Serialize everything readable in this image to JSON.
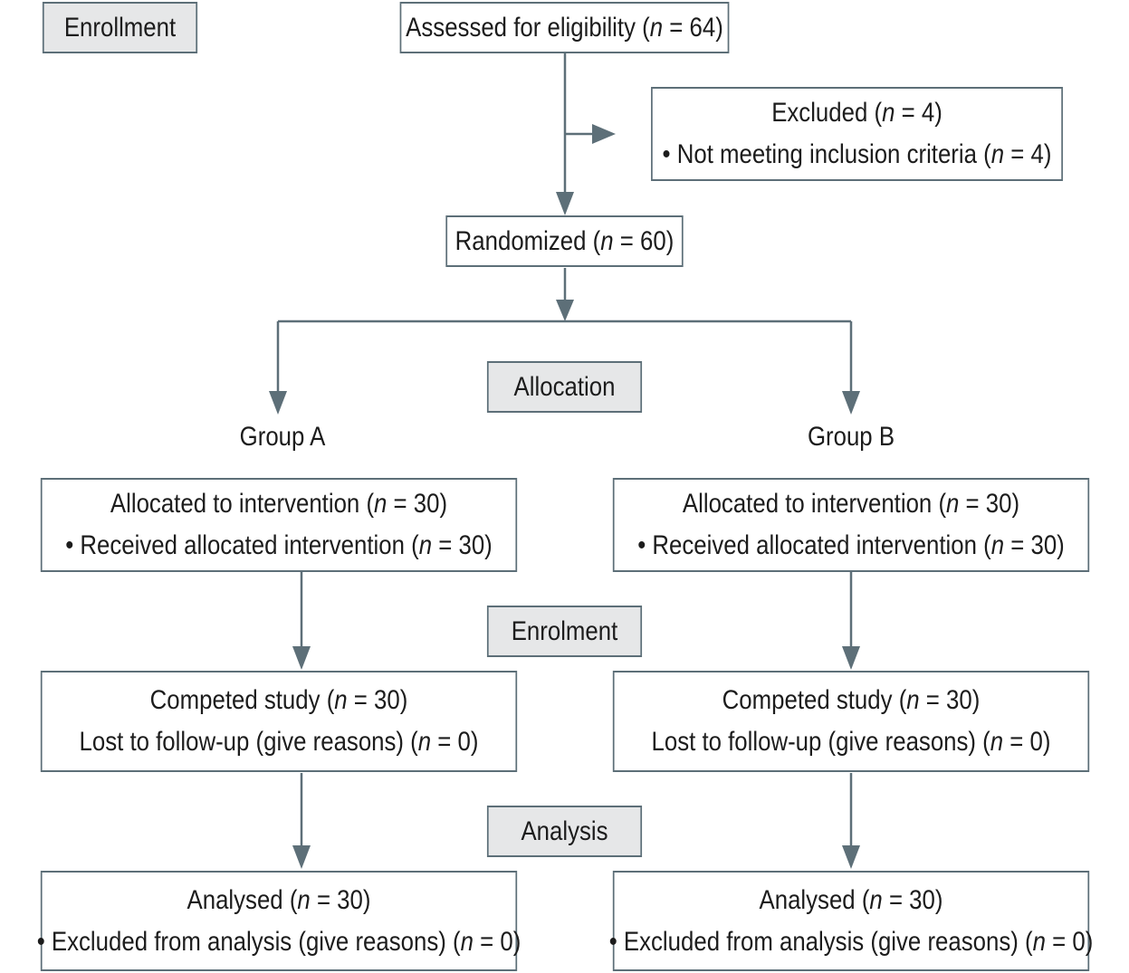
{
  "stages": {
    "enrollment": "Enrollment",
    "allocation": "Allocation",
    "enrolment": "Enrolment",
    "analysis": "Analysis"
  },
  "assessed": {
    "prefix": "Assessed for eligibility (",
    "n_symbol": "n",
    "suffix": " = 64)"
  },
  "excluded": {
    "title": {
      "prefix": "Excluded (",
      "n_symbol": "n",
      "suffix": " = 4)"
    },
    "reason": {
      "prefix": "• Not meeting inclusion criteria (",
      "n_symbol": "n",
      "suffix": " = 4)"
    }
  },
  "randomized": {
    "prefix": "Randomized (",
    "n_symbol": "n",
    "suffix": " = 60)"
  },
  "groups": [
    {
      "label": "Group A",
      "allocated": {
        "prefix": "Allocated to intervention (",
        "n_symbol": "n",
        "suffix": " = 30)"
      },
      "received": {
        "prefix": "• Received allocated intervention (",
        "n_symbol": "n",
        "suffix": " = 30)"
      },
      "completed": {
        "prefix": "Competed study (",
        "n_symbol": "n",
        "suffix": " = 30)"
      },
      "lost": {
        "prefix": "Lost to follow-up (give reasons) (",
        "n_symbol": "n",
        "suffix": " = 0)"
      },
      "analysed": {
        "prefix": "Analysed (",
        "n_symbol": "n",
        "suffix": " = 30)"
      },
      "excluded_analysis": {
        "prefix": "• Excluded from analysis (give reasons) (",
        "n_symbol": "n",
        "suffix": " = 0)"
      }
    },
    {
      "label": "Group B",
      "allocated": {
        "prefix": "Allocated to intervention (",
        "n_symbol": "n",
        "suffix": " = 30)"
      },
      "received": {
        "prefix": "• Received allocated intervention (",
        "n_symbol": "n",
        "suffix": " = 30)"
      },
      "completed": {
        "prefix": "Competed study (",
        "n_symbol": "n",
        "suffix": " = 30)"
      },
      "lost": {
        "prefix": "Lost to follow-up (give reasons) (",
        "n_symbol": "n",
        "suffix": " = 0)"
      },
      "analysed": {
        "prefix": "Analysed (",
        "n_symbol": "n",
        "suffix": " = 30)"
      },
      "excluded_analysis": {
        "prefix": "• Excluded from analysis (give reasons) (",
        "n_symbol": "n",
        "suffix": " = 0)"
      }
    }
  ],
  "colors": {
    "border": "#5d6f78",
    "stage_fill": "#e6e7e8",
    "arrow": "#5d6f78"
  }
}
